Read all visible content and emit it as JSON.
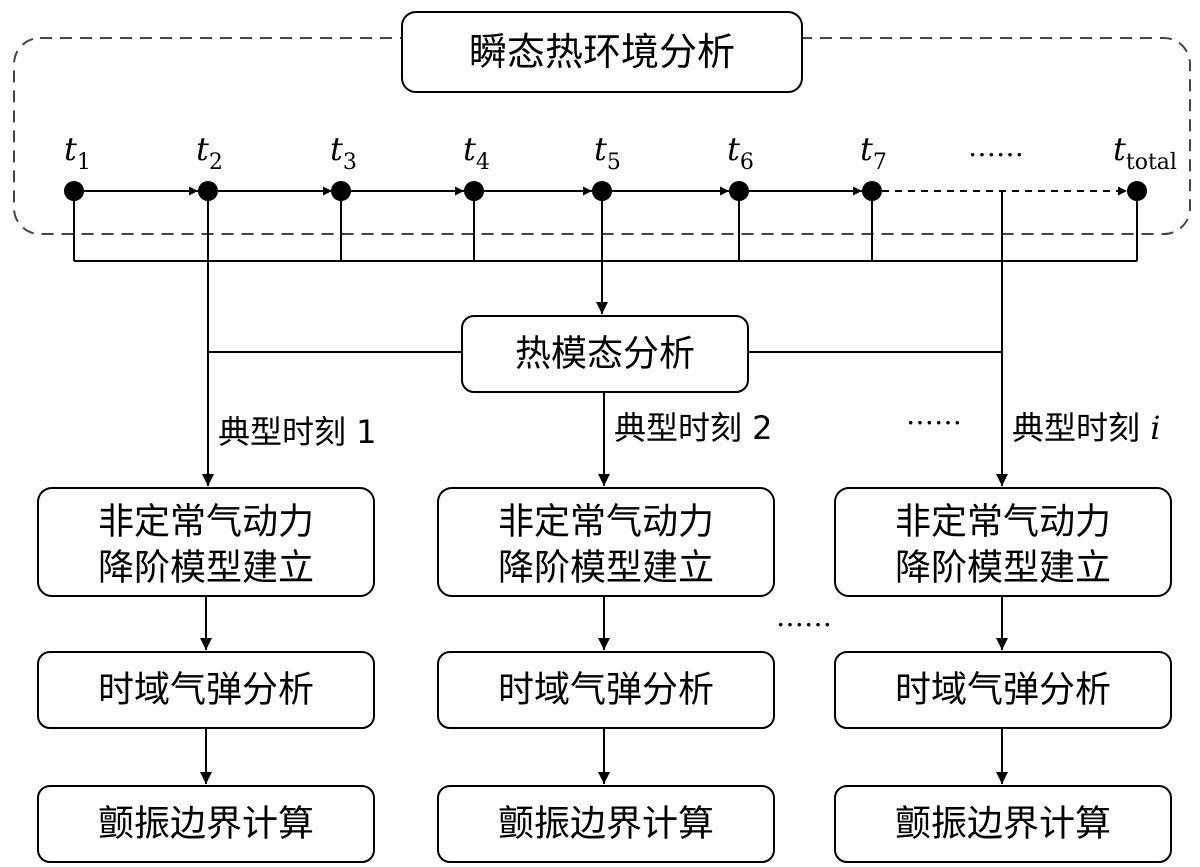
{
  "title": "瞬态热环境分析",
  "timepoints": [
    {
      "base": "t",
      "sub": "1"
    },
    {
      "base": "t",
      "sub": "2"
    },
    {
      "base": "t",
      "sub": "3"
    },
    {
      "base": "t",
      "sub": "4"
    },
    {
      "base": "t",
      "sub": "5"
    },
    {
      "base": "t",
      "sub": "6"
    },
    {
      "base": "t",
      "sub": "7"
    },
    {
      "base": "t",
      "sub": "total"
    }
  ],
  "timeline_ellipsis": "……",
  "modal_box": "热模态分析",
  "branches": [
    {
      "label": "典型时刻 1",
      "line1": "非定常气动力",
      "line2": "降阶模型建立",
      "step2": "时域气弹分析",
      "step3": "颤振边界计算"
    },
    {
      "label": "典型时刻 2",
      "line1": "非定常气动力",
      "line2": "降阶模型建立",
      "step2": "时域气弹分析",
      "step3": "颤振边界计算"
    },
    {
      "label_prefix": "典型时刻 ",
      "label_var": "i",
      "line1": "非定常气动力",
      "line2": "降阶模型建立",
      "step2": "时域气弹分析",
      "step3": "颤振边界计算"
    }
  ],
  "branch_ellipsis": "……",
  "columns_ellipsis": "……"
}
